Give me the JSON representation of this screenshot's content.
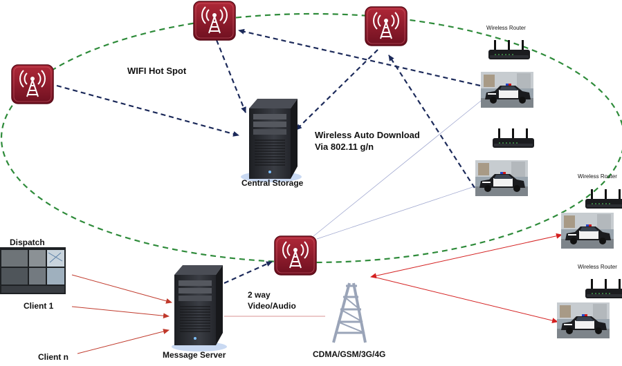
{
  "labels": {
    "wifi_hotspot": "WIFI Hot Spot",
    "wireless_auto_download_line1": "Wireless Auto Download",
    "wireless_auto_download_line2": "Via 802.11 g/n",
    "central_storage": "Central Storage",
    "dispatch": "Dispatch",
    "client_1": "Client 1",
    "client_n": "Client n",
    "message_server": "Message Server",
    "two_way_line1": "2 way",
    "two_way_line2": "Video/Audio",
    "cellular": "CDMA/GSM/3G/4G",
    "wireless_router_1": "Wireless Router",
    "wireless_router_2": "Wireless Router",
    "wireless_router_3": "Wireless Router"
  },
  "colors": {
    "hotspot_fill": "#8b1a2c",
    "wifi_ring": "#2e8b3a",
    "wireless_link": "#1c2a5a",
    "client_link": "#c0392b",
    "cell_link": "#d42020",
    "tower": "#9aa4b8",
    "server": "#2a2d33"
  },
  "icons": {
    "hotspot": "wifi-hotspot-icon",
    "server": "server-tower-icon",
    "router": "wireless-router-icon",
    "police_car": "police-car-icon",
    "cell_tower": "cell-tower-icon",
    "dispatch_screen": "dispatch-screen-icon"
  }
}
